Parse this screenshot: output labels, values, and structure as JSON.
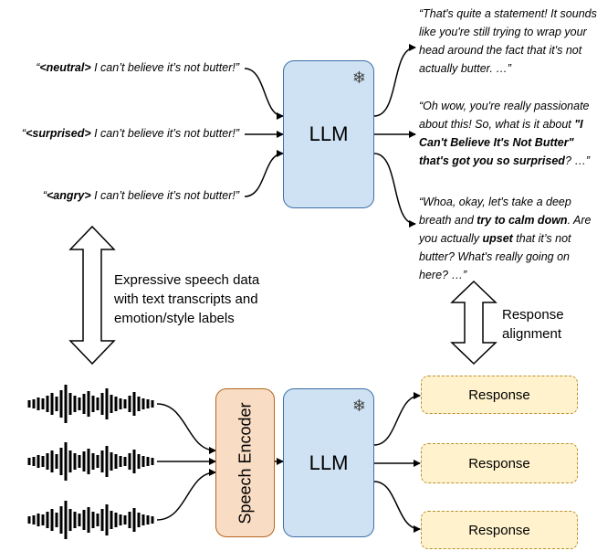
{
  "inputs": [
    {
      "open": "“",
      "tag": "<neutral>",
      "text": " I can’t believe it’s not butter!”"
    },
    {
      "open": "“",
      "tag": "<surprised>",
      "text": " I can’t believe it’s not butter!”"
    },
    {
      "open": "“",
      "tag": "<angry>",
      "text": " I can’t believe it’s not butter!”"
    }
  ],
  "llm_label": "LLM",
  "snowflake": "❄",
  "responses_text": [
    {
      "p1": "“That's quite a statement! It sounds like you're still trying to wrap your head around the fact that it's not actually butter. …”"
    },
    {
      "p1": "“Oh wow, you're really passionate about this! So, what is it about ",
      "b1": "\"I Can't Believe It's Not Butter\" that's got you so surprised",
      "p2": "? …”"
    },
    {
      "p1": "“Whoa, okay, let's take a deep breath and ",
      "b1": "try to calm down",
      "p2": ". Are you actually ",
      "b2": "upset",
      "p3": " that it’s not butter? What's really going on here? …”"
    }
  ],
  "left_caption": [
    "Expressive speech data",
    "with text transcripts and",
    "emotion/style labels"
  ],
  "right_caption": [
    "Response",
    "alignment"
  ],
  "speech_encoder_label": "Speech Encoder",
  "response_box_label": "Response",
  "colors": {
    "llm_fill": "#cfe2f3",
    "llm_border": "#3d6fa6",
    "encoder_fill": "#f9dcc4",
    "encoder_border": "#b4661f",
    "response_fill": "#fff2cc",
    "response_border": "#b8922d"
  }
}
